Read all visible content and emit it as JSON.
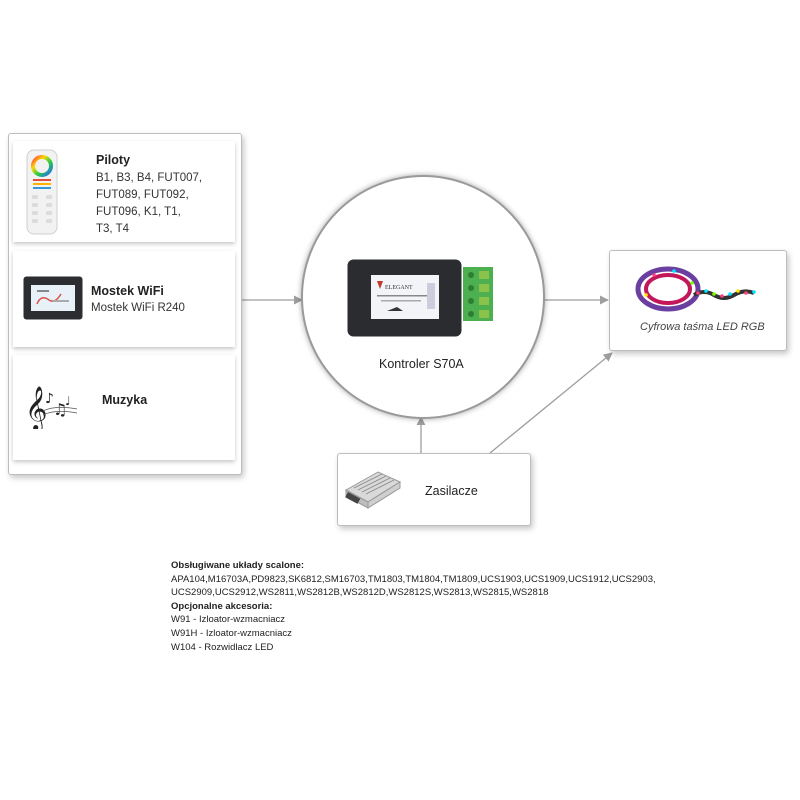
{
  "sources": {
    "remotes": {
      "title": "Piloty",
      "lines": [
        "B1, B3, B4, FUT007,",
        "FUT089, FUT092,",
        "FUT096, K1, T1,",
        "T3, T4"
      ],
      "icon": "rgb-remote-icon"
    },
    "wifi": {
      "title": "Mostek WiFi",
      "subtitle": "Mostek WiFi R240",
      "icon": "wifi-bridge-icon"
    },
    "music": {
      "title": "Muzyka",
      "icon": "music-notes-icon"
    }
  },
  "controller": {
    "label": "Kontroler S70A",
    "brand": "ELEGANT",
    "icon": "controller-device-icon"
  },
  "output": {
    "label": "Cyfrowa taśma LED RGB",
    "icon": "led-strip-icon"
  },
  "power": {
    "label": "Zasilacze",
    "icon": "power-supply-icon"
  },
  "info": {
    "chips_heading": "Obsługiwane układy scalone:",
    "chips_line1": "APA104,M16703A,PD9823,SK6812,SM16703,TM1803,TM1804,TM1809,UCS1903,UCS1909,UCS1912,UCS2903,",
    "chips_line2": "UCS2909,UCS2912,WS2811,WS2812B,WS2812D,WS2812S,WS2813,WS2815,WS2818",
    "accessories_heading": "Opcjonalne akcesoria:",
    "accessories": [
      "W91 - Izloator-wzmacniacz",
      "W91H - Izloator-wzmacniacz",
      "W104 - Rozwidlacz LED"
    ]
  },
  "colors": {
    "arrow": "#9e9e9e",
    "border": "#bdbdbd",
    "terminal_green": "#4caf50"
  }
}
